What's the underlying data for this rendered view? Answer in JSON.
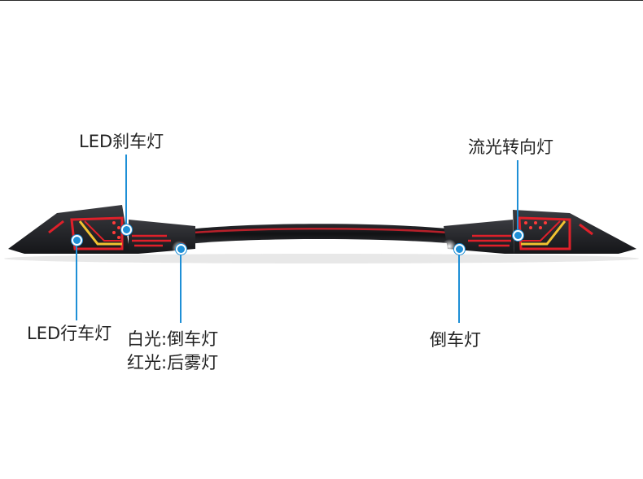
{
  "labels": {
    "led_brake": "LED刹车灯",
    "flow_turn": "流光转向灯",
    "led_running": "LED行车灯",
    "white_reverse": "白光:倒车灯",
    "red_fog": "红光:后雾灯",
    "reverse": "倒车灯"
  },
  "colors": {
    "callout": "#1e8fd6",
    "housing": "#1c1d20",
    "led_red": "#e0202a",
    "led_amber": "#f2c230"
  }
}
